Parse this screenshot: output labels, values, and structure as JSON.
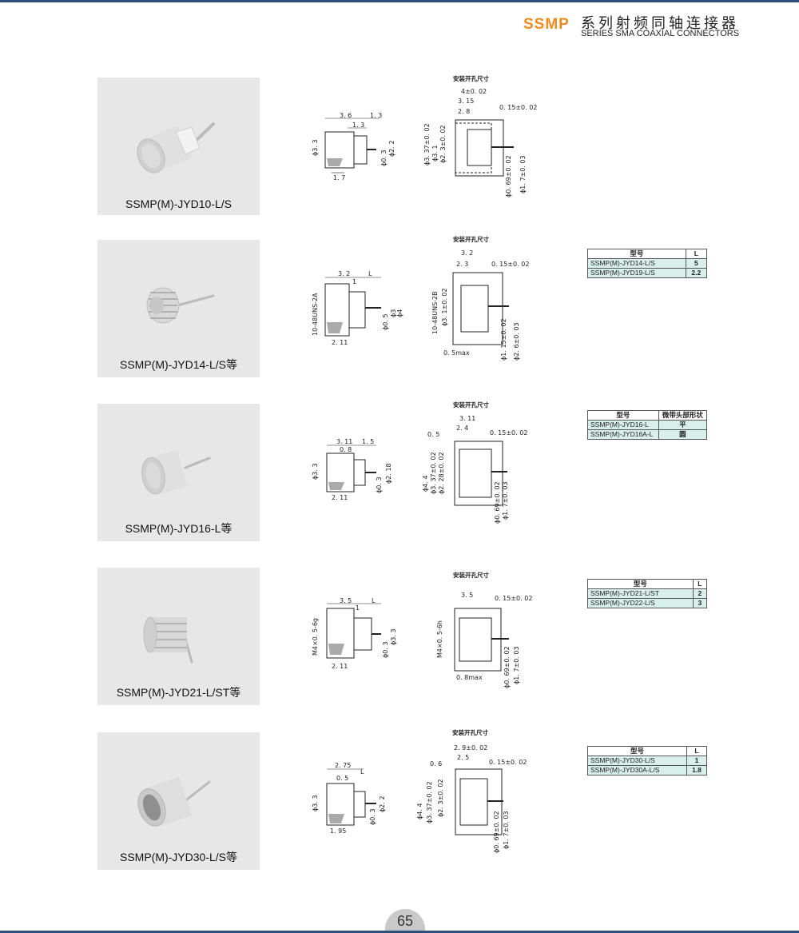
{
  "header": {
    "brand": "SSMP",
    "title_cn": "系列射频同轴连接器",
    "title_en": "SERIES SMA  COAXIAL CONNECTORS"
  },
  "mount_hole_title": "安装开孔尺寸",
  "products": [
    {
      "name": "SSMP(M)-JYD10-L/S",
      "side_dims": [
        "3. 6",
        "1. 3",
        "1. 3",
        "ϕ3. 3",
        "ϕ0. 3",
        "ϕ2. 2",
        "1. 7"
      ],
      "hole_dims": [
        "4±0. 02",
        "3. 15",
        "2. 8",
        "0. 15±0. 02",
        "ϕ3. 37±0. 02",
        "ϕ3. 1",
        "ϕ2. 3±0. 02",
        "ϕ0. 69±0. 02",
        "ϕ1. 7±0. 03"
      ]
    },
    {
      "name": "SSMP(M)-JYD14-L/S等",
      "side_dims": [
        "3. 2",
        "L",
        "1",
        "10-48UNS-2A",
        "ϕ0. 5",
        "ϕ3",
        "ϕ4",
        "2. 11"
      ],
      "hole_dims": [
        "3. 2",
        "2. 3",
        "0. 15±0. 02",
        "10-48UNS-2B",
        "ϕ3. 1±0. 02",
        "ϕ1. 15±0. 02",
        "ϕ2. 6±0. 03",
        "0. 5max"
      ],
      "table": {
        "headers": [
          "型号",
          "L"
        ],
        "rows": [
          [
            "SSMP(M)-JYD14-L/S",
            "5"
          ],
          [
            "SSMP(M)-JYD19-L/S",
            "2.2"
          ]
        ]
      }
    },
    {
      "name": "SSMP(M)-JYD16-L等",
      "side_dims": [
        "3. 11",
        "1. 5",
        "0. 8",
        "ϕ3. 3",
        "ϕ0. 3",
        "ϕ2. 18",
        "2. 11"
      ],
      "hole_dims": [
        "3. 11",
        "2. 4",
        "0. 5",
        "0. 15±0. 02",
        "ϕ4. 4",
        "ϕ3. 37±0. 02",
        "ϕ2. 28±0. 02",
        "ϕ0. 69±0. 02",
        "ϕ1. 7±0. 03"
      ],
      "table": {
        "headers": [
          "型号",
          "微带头部形状"
        ],
        "rows": [
          [
            "SSMP(M)-JYD16-L",
            "平"
          ],
          [
            "SSMP(M)-JYD16A-L",
            "圆"
          ]
        ]
      }
    },
    {
      "name": "SSMP(M)-JYD21-L/ST等",
      "side_dims": [
        "3. 5",
        "L",
        "1",
        "M4×0. 5-6g",
        "ϕ0. 3",
        "ϕ3. 3",
        "2. 11"
      ],
      "hole_dims": [
        "3. 5",
        "0. 15±0. 02",
        "M4×0. 5-6h",
        "ϕ0. 69±0. 02",
        "ϕ1. 7±0. 03",
        "0. 8max"
      ],
      "table": {
        "headers": [
          "型号",
          "L"
        ],
        "rows": [
          [
            "SSMP(M)-JYD21-L/ST",
            "2"
          ],
          [
            "SSMP(M)-JYD22-L/S",
            "3"
          ]
        ]
      }
    },
    {
      "name": "SSMP(M)-JYD30-L/S等",
      "side_dims": [
        "2. 75",
        "L",
        "0. 5",
        "ϕ3. 3",
        "ϕ0. 3",
        "ϕ2. 2",
        "1. 95"
      ],
      "hole_dims": [
        "2. 9±0. 02",
        "2. 5",
        "0. 6",
        "0. 15±0. 02",
        "ϕ4. 4",
        "ϕ3. 37±0. 02",
        "ϕ2. 3±0. 02",
        "ϕ0. 69±0. 02",
        "ϕ1. 7±0. 03"
      ],
      "table": {
        "headers": [
          "型号",
          "L"
        ],
        "rows": [
          [
            "SSMP(M)-JYD30-L/S",
            "1"
          ],
          [
            "SSMP(M)-JYD30A-L/S",
            "1.8"
          ]
        ]
      }
    }
  ],
  "page_number": "65",
  "colors": {
    "brand": "#f08a1e",
    "rule": "#2d4f7a",
    "table_fill": "#d9efeb",
    "photo_bg": "#e7e7e7"
  }
}
